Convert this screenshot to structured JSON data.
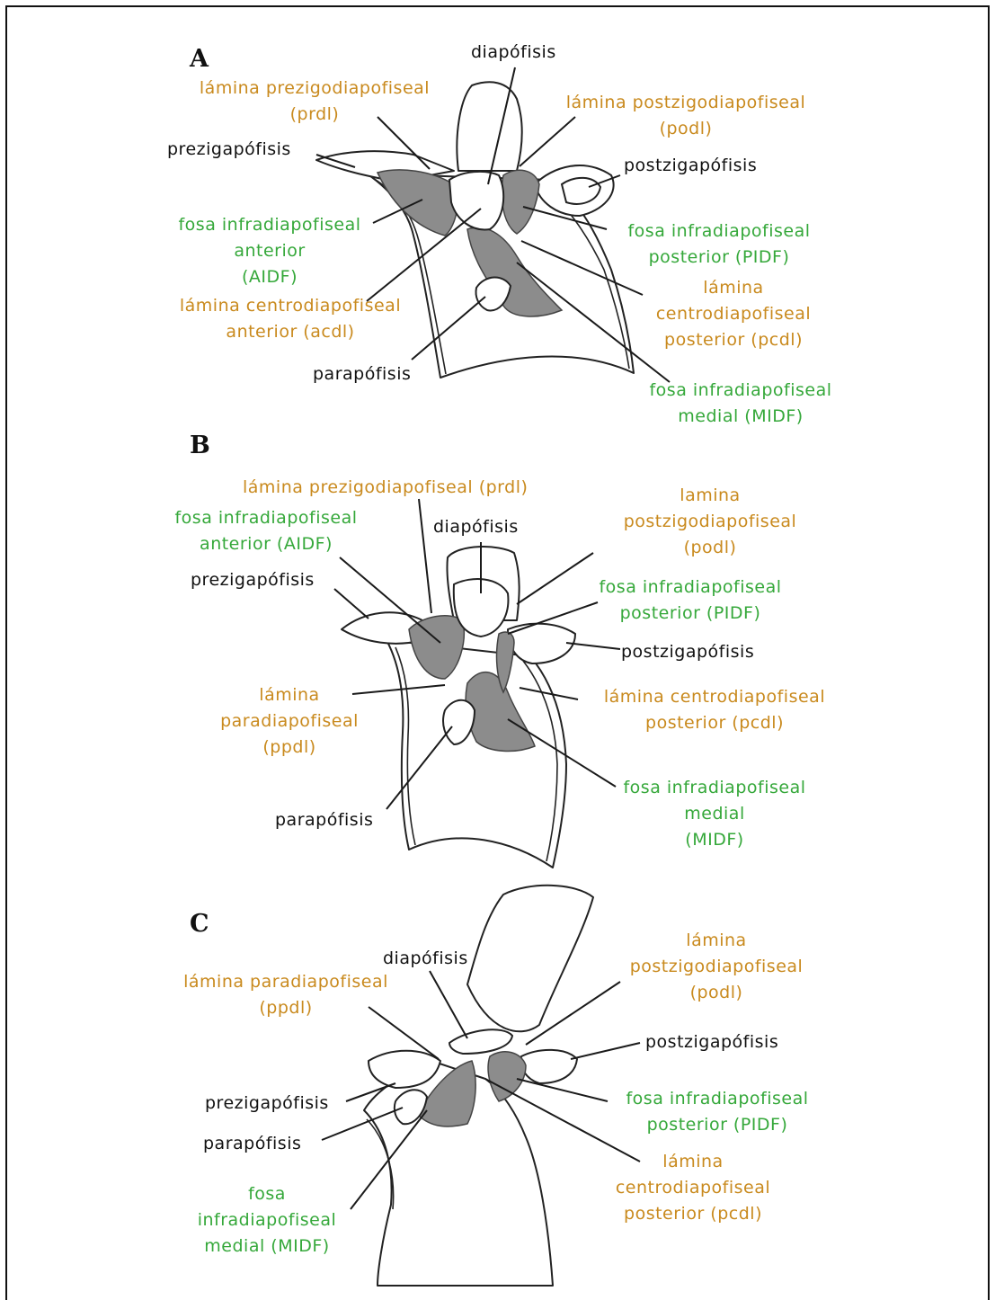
{
  "panels": {
    "A": {
      "letter": "A",
      "diapofisis": "diapófisis",
      "prdl": "lámina prezigodiapofiseal\n(prdl)",
      "podl": "lámina postzigodiapofiseal\n(podl)",
      "prezigapofisis": "prezigapófisis",
      "postzigapofisis": "postzigapófisis",
      "aidf": "fosa infradiapofiseal\nanterior\n(AIDF)",
      "pidf": "fosa infradiapofiseal\nposterior (PIDF)",
      "acdl": "lámina centrodiapofiseal\nanterior (acdl)",
      "pcdl": "lámina\ncentrodiapofiseal\nposterior (pcdl)",
      "parapofisis": "parapófisis",
      "midf": "fosa infradiapofiseal\nmedial (MIDF)"
    },
    "B": {
      "letter": "B",
      "prdl": "lámina prezigodiapofiseal (prdl)",
      "aidf": "fosa infradiapofiseal\nanterior (AIDF)",
      "diapofisis": "diapófisis",
      "podl": "lamina\npostzigodiapofiseal\n(podl)",
      "prezigapofisis": "prezigapófisis",
      "pidf": "fosa infradiapofiseal\nposterior (PIDF)",
      "postzigapofisis": "postzigapófisis",
      "ppdl": "lámina\nparadiapofiseal\n(ppdl)",
      "pcdl": "lámina centrodiapofiseal\nposterior (pcdl)",
      "midf": "fosa infradiapofiseal\nmedial\n(MIDF)",
      "parapofisis": "parapófisis"
    },
    "C": {
      "letter": "C",
      "diapofisis": "diapófisis",
      "podl": "lámina\npostzigodiapofiseal\n(podl)",
      "ppdl": "lámina paradiapofiseal\n(ppdl)",
      "postzigapofisis": "postzigapófisis",
      "prezigapofisis": "prezigapófisis",
      "pidf": "fosa infradiapofiseal\nposterior (PIDF)",
      "parapofisis": "parapófisis",
      "pcdl": "lámina\ncentrodiapofiseal\nposterior (pcdl)",
      "midf": "fosa\ninfradiapofiseal\nmedial (MIDF)"
    }
  },
  "colors": {
    "anatomical_structure": "#111111",
    "lamina": "#c98a1e",
    "fosa": "#35a83a",
    "fossa_fill": "#8c8c8c"
  }
}
